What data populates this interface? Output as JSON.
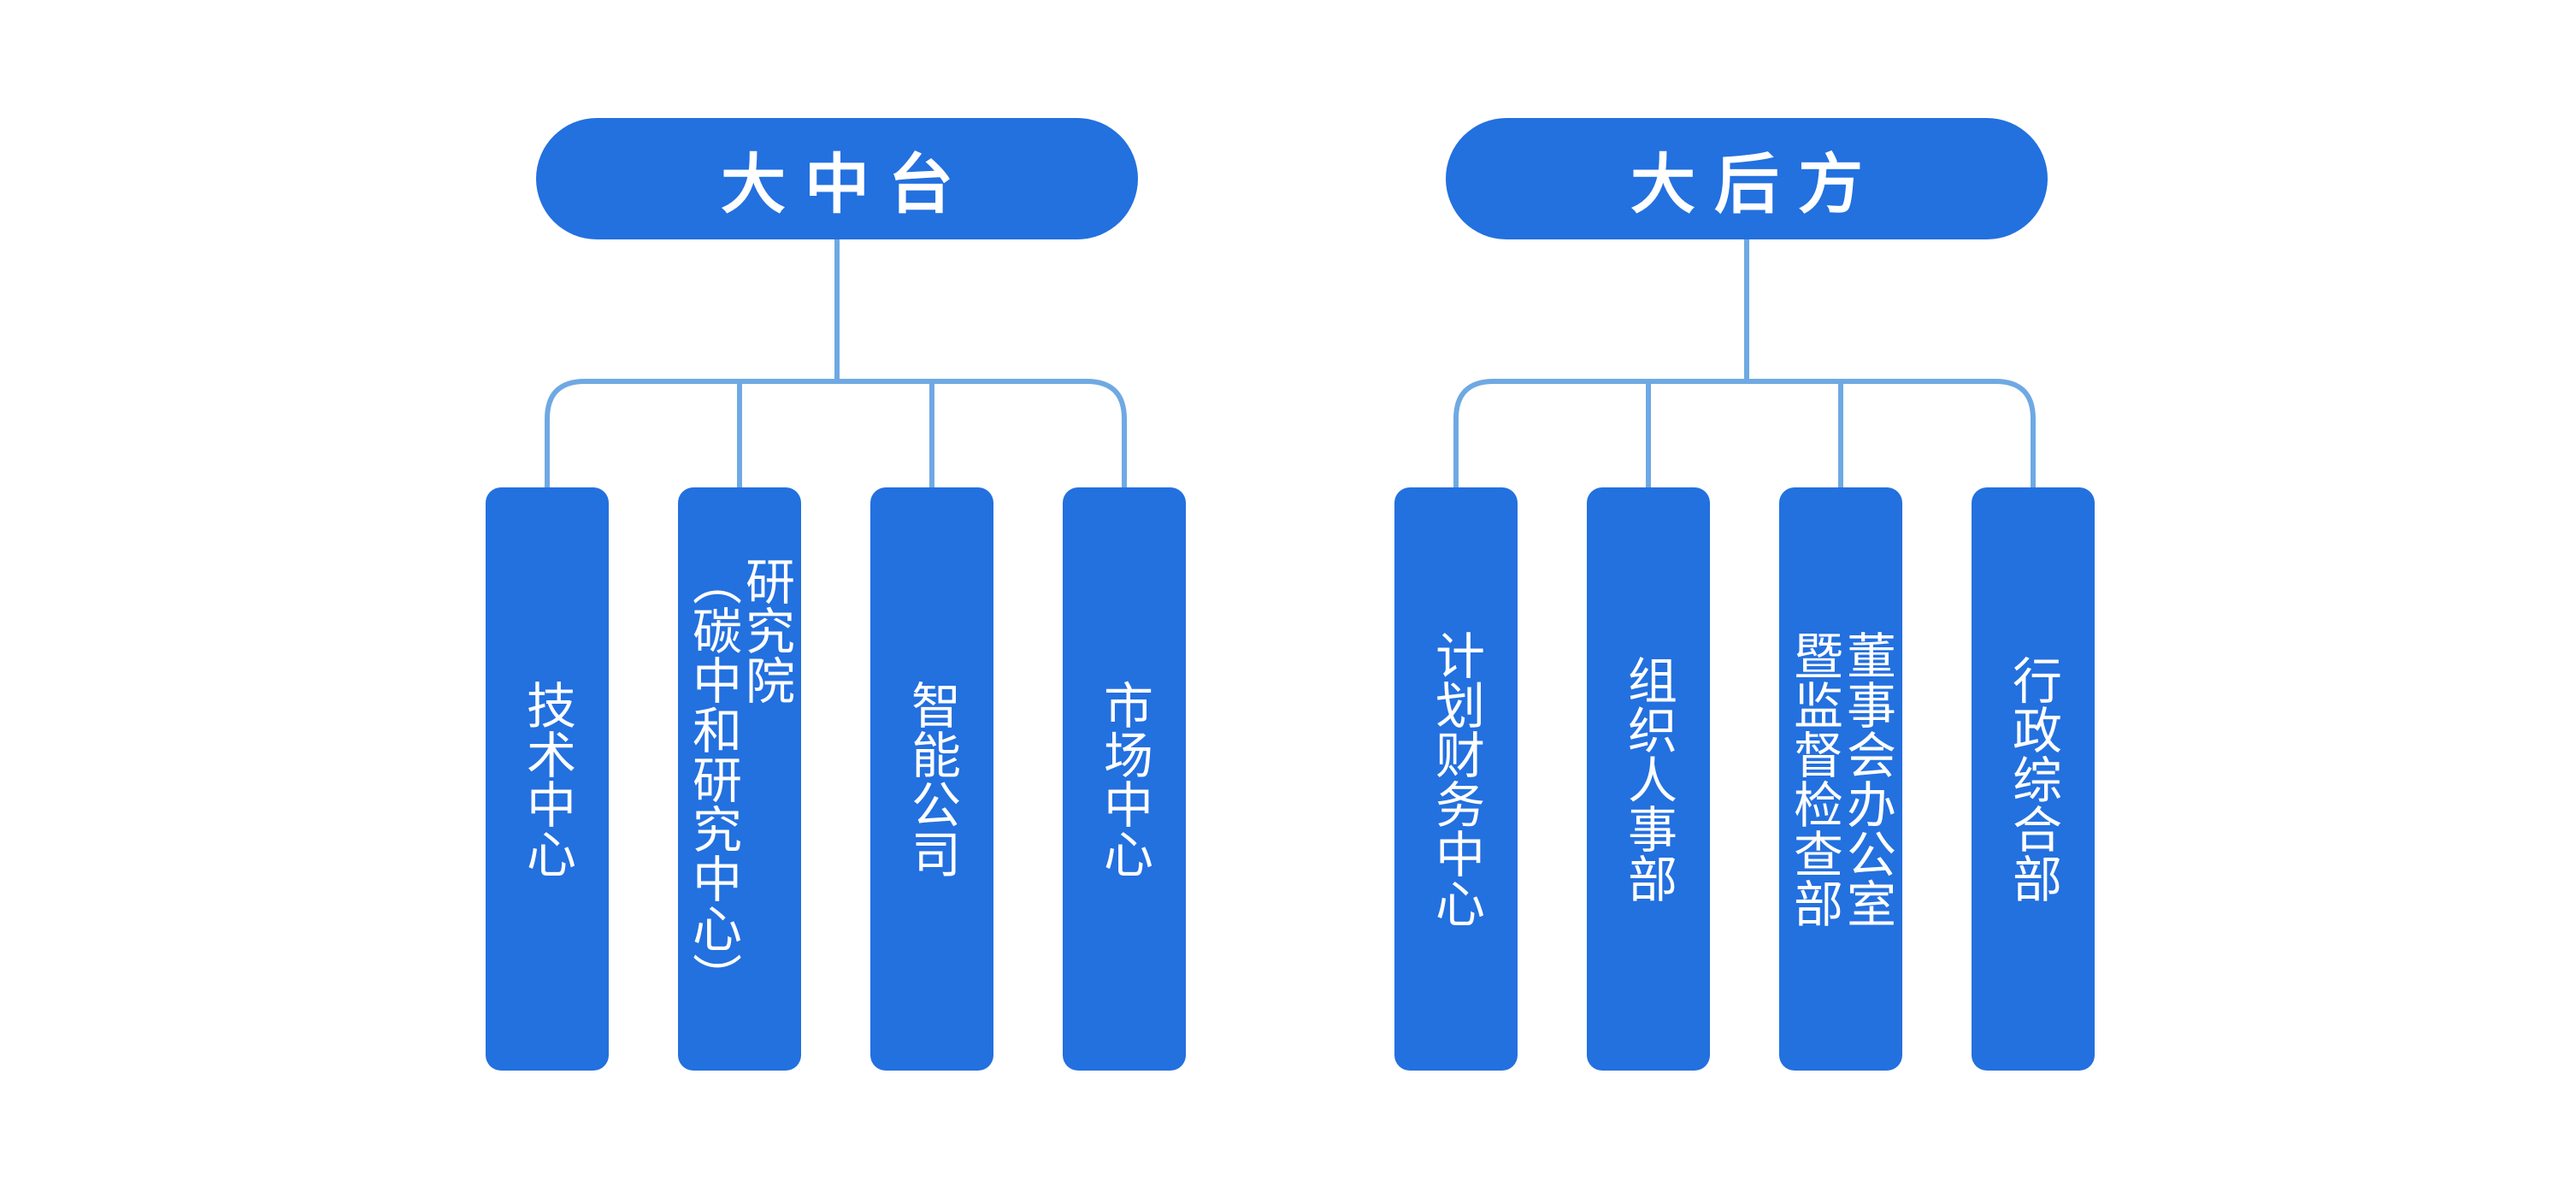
{
  "groups": [
    {
      "title": "大中台",
      "items": [
        "技术中心",
        "研究院\n（碳中和研究中心）",
        "智能公司",
        "市场中心"
      ]
    },
    {
      "title": "大后方",
      "items": [
        "计划财务中心",
        "组织人事部",
        "董事会办公室\n暨监督检查部",
        "行政综合部"
      ]
    }
  ],
  "colors": {
    "box": "#2370df",
    "connector": "#6fa9e3",
    "text": "#ffffff"
  }
}
